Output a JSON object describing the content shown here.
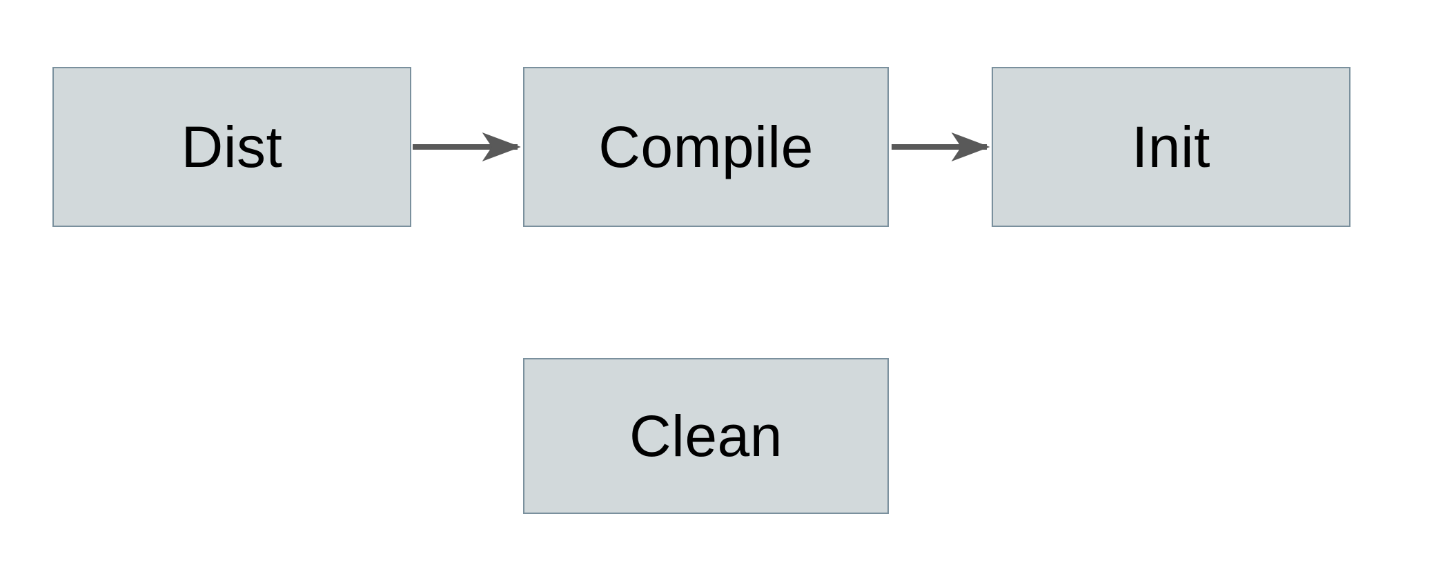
{
  "diagram": {
    "type": "flowchart",
    "background": "#ffffff",
    "nodes": [
      {
        "id": "dist",
        "label": "Dist"
      },
      {
        "id": "compile",
        "label": "Compile"
      },
      {
        "id": "init",
        "label": "Init"
      },
      {
        "id": "clean",
        "label": "Clean"
      }
    ],
    "edges": [
      {
        "from": "dist",
        "to": "compile",
        "direction": "right"
      },
      {
        "from": "compile",
        "to": "init",
        "direction": "right"
      }
    ],
    "colors": {
      "node_fill": "#d2d9db",
      "node_border": "#7a909d",
      "arrow": "#595959",
      "text": "#000000",
      "background": "#ffffff"
    }
  }
}
